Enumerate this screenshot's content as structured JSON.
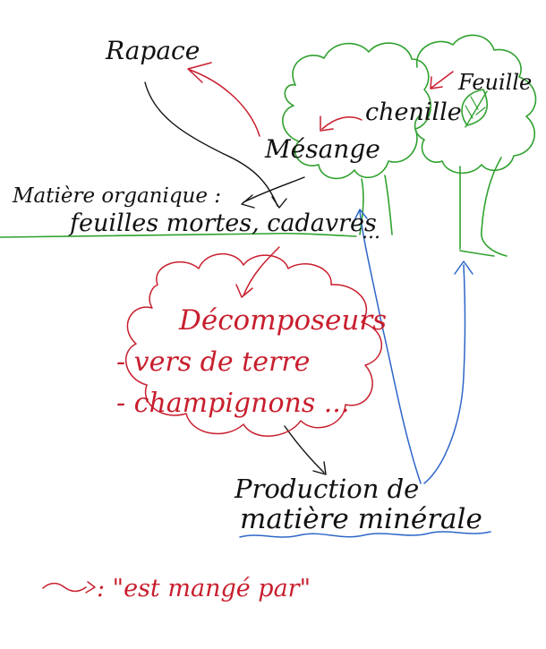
{
  "labels": {
    "rapace": "Rapace",
    "mesange": "Mésange",
    "chenille": "chenille",
    "feuille": "Feuille",
    "matiere_organique": "Matière organique :",
    "feuilles_mortes": "feuilles mortes, cadavres",
    "ellipsis": "...",
    "decomposeurs": "Décomposeurs",
    "vers_de_terre": "- vers de terre",
    "champignons": "- champignons ...",
    "production_de": "Production de",
    "matiere_minerale": "matière minérale",
    "legend_text": ": \"est mangé par\""
  },
  "colors": {
    "ink": "#111111",
    "red": "#c81e2d",
    "green": "#2fa12f",
    "blue": "#2d66c9"
  }
}
